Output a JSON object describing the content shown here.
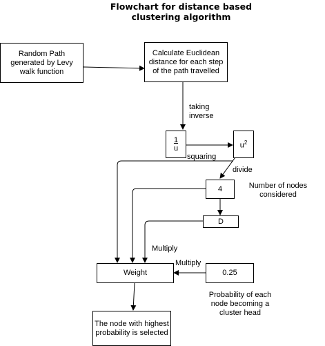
{
  "title": {
    "line1": "Flowchart for distance based",
    "line2": "clustering algorithm"
  },
  "nodes": {
    "random_path": "Random Path generated by Levy walk function",
    "euclidean": "Calculate Euclidean distance for each step of the path travelled",
    "inverse": {
      "numerator": "1",
      "denominator": "u"
    },
    "u_squared": {
      "base": "u",
      "exponent": "2"
    },
    "four": "4",
    "d": "D",
    "weight": "Weight",
    "prob_value": "0.25",
    "result": "The node with highest probability is selected"
  },
  "edge_labels": {
    "taking_inverse_1": "taking",
    "taking_inverse_2": "inverse",
    "squaring": "squaring",
    "divide": "divide",
    "multiply_1": "Multiply",
    "multiply_2": "Multiply"
  },
  "annotations": {
    "nodes_considered_1": "Number of nodes",
    "nodes_considered_2": "considered",
    "probability_1": "Probability of each",
    "probability_2": "node becoming a",
    "probability_3": "cluster head"
  },
  "colors": {
    "stroke": "#000000",
    "fill": "#ffffff"
  }
}
